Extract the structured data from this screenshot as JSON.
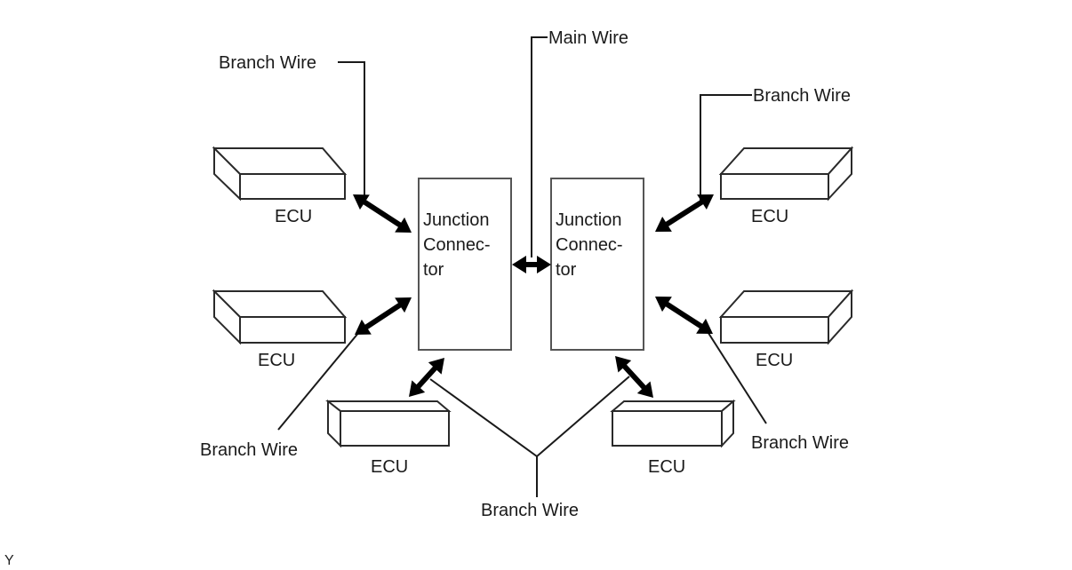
{
  "diagram": {
    "figure_code": "Y",
    "main_wire_label": "Main Wire",
    "junction_connectors": [
      {
        "id": "left",
        "lines": [
          "Junction",
          "Connec-",
          "tor"
        ]
      },
      {
        "id": "right",
        "lines": [
          "Junction",
          "Connec-",
          "tor"
        ]
      }
    ],
    "ecus": [
      {
        "id": "ecu-top-left",
        "label": "ECU"
      },
      {
        "id": "ecu-middle-left",
        "label": "ECU"
      },
      {
        "id": "ecu-bottom-left",
        "label": "ECU"
      },
      {
        "id": "ecu-top-right",
        "label": "ECU"
      },
      {
        "id": "ecu-middle-right",
        "label": "ECU"
      },
      {
        "id": "ecu-bottom-right",
        "label": "ECU"
      }
    ],
    "branch_wire_labels": {
      "top_left": "Branch Wire",
      "top_right": "Branch Wire",
      "bottom_left": "Branch Wire",
      "bottom_right": "Branch Wire",
      "bottom_center": "Branch Wire"
    },
    "colors": {
      "line": "#1a1a1a",
      "arrow": "#000000",
      "junction_border": "#555555",
      "background": "#ffffff"
    }
  }
}
